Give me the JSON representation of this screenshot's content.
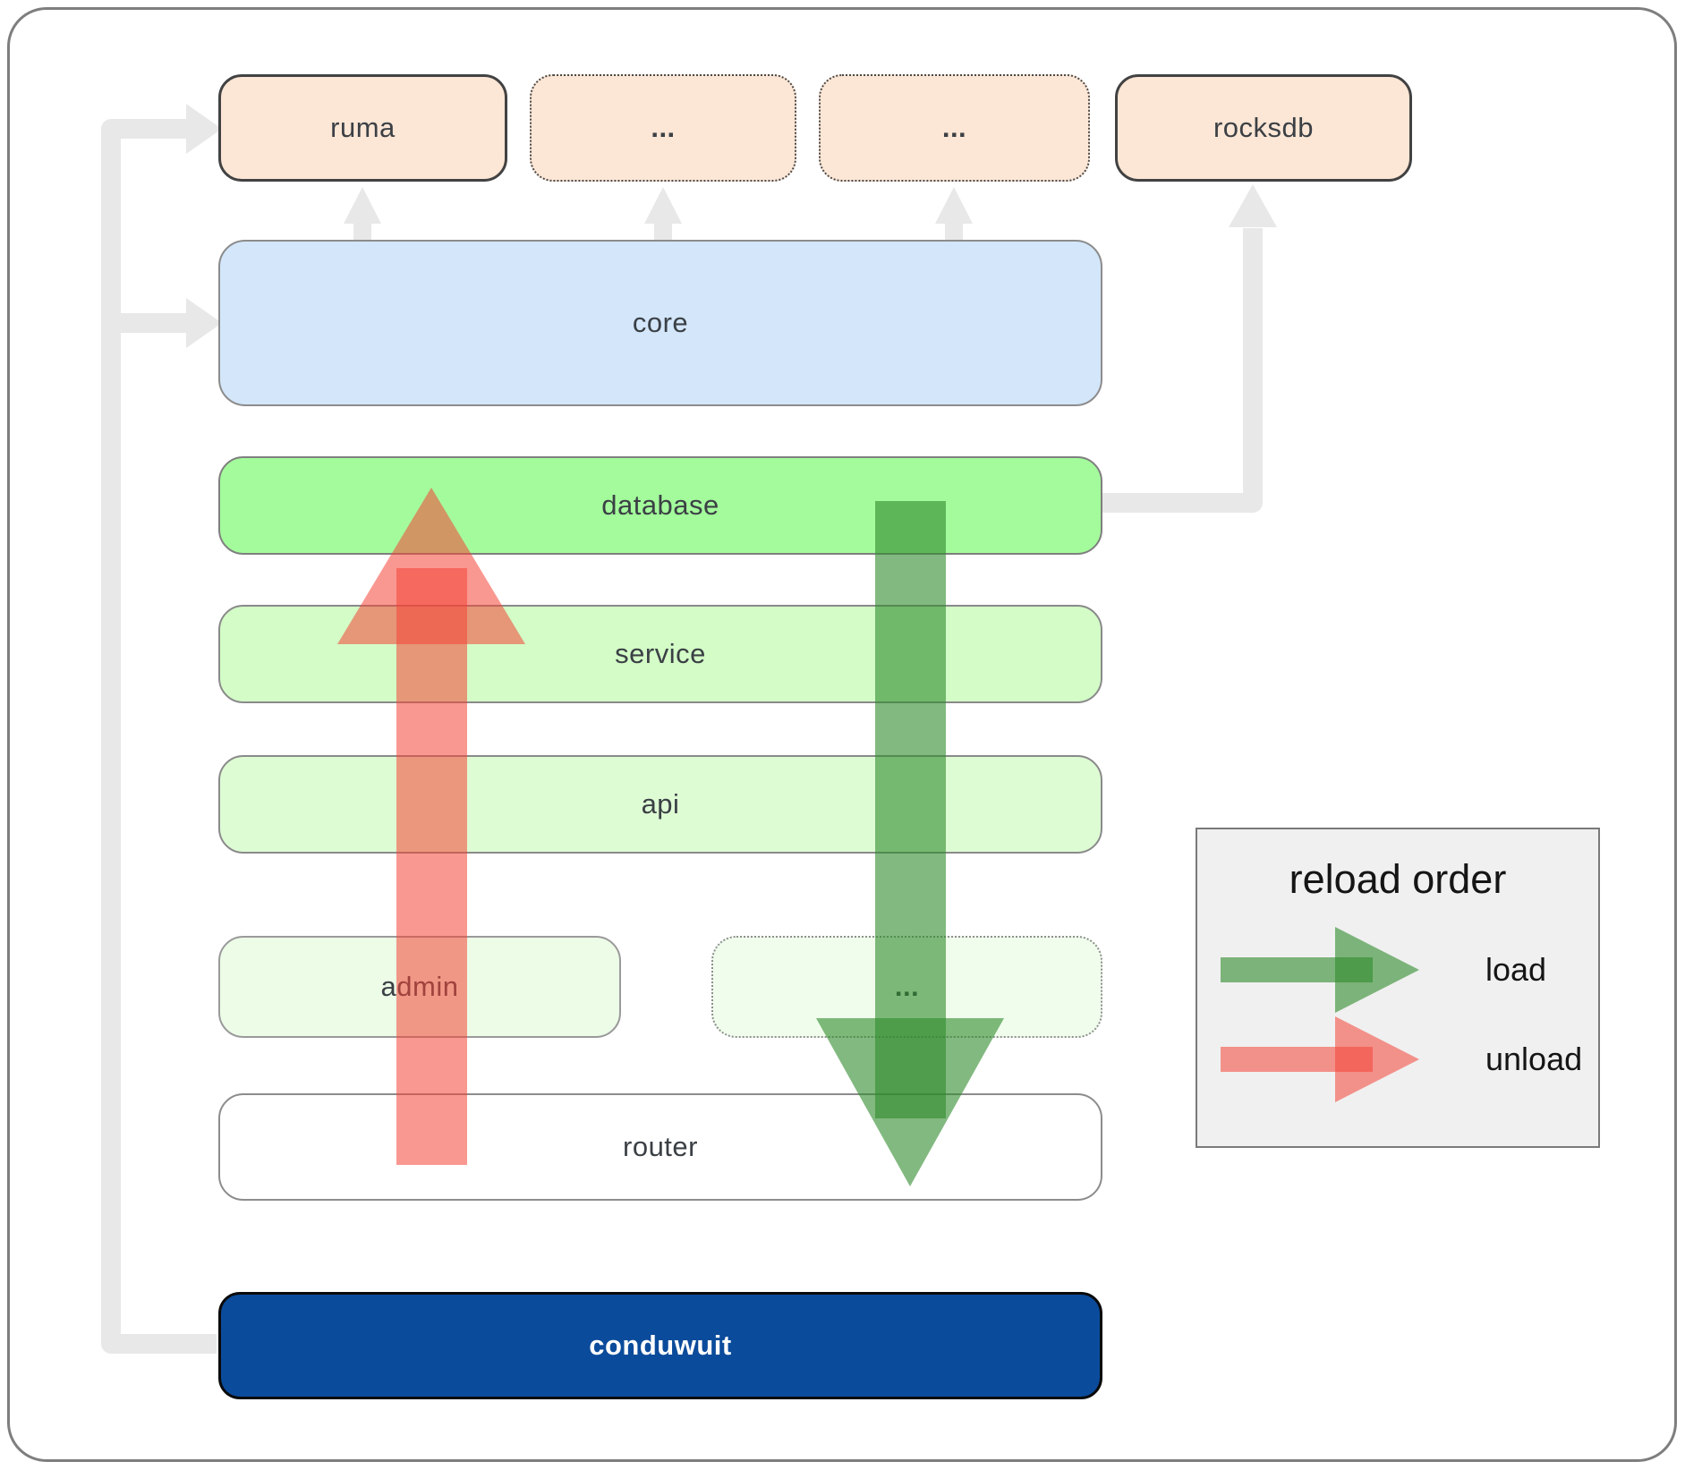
{
  "diagram": {
    "top_row": {
      "ruma": "ruma",
      "extra_left": "...",
      "extra_right": "...",
      "rocksdb": "rocksdb"
    },
    "layers": {
      "core": "core",
      "database": "database",
      "service": "service",
      "api": "api",
      "admin": "admin",
      "extra_services": "...",
      "router": "router",
      "conduwuit": "conduwuit"
    }
  },
  "legend": {
    "title": "reload order",
    "items": [
      {
        "label": "load",
        "color": "#2f8b2b"
      },
      {
        "label": "unload",
        "color": "#f44336"
      }
    ]
  },
  "colors": {
    "load_arrow_green": "#2f8b2b",
    "unload_arrow_red": "#f44336",
    "connector_gray": "#e8e8e8",
    "crate_peach": "#fce6d5",
    "core_blue": "#d3e6fa",
    "database_green": "#a4fb9c",
    "service_green": "#d3fcc7",
    "api_green": "#defcd4",
    "admin_green": "#ecfce7",
    "router_white": "#ffffff",
    "conduwuit_blue": "#0b4b9b",
    "legend_gray": "#f0f0f0"
  }
}
